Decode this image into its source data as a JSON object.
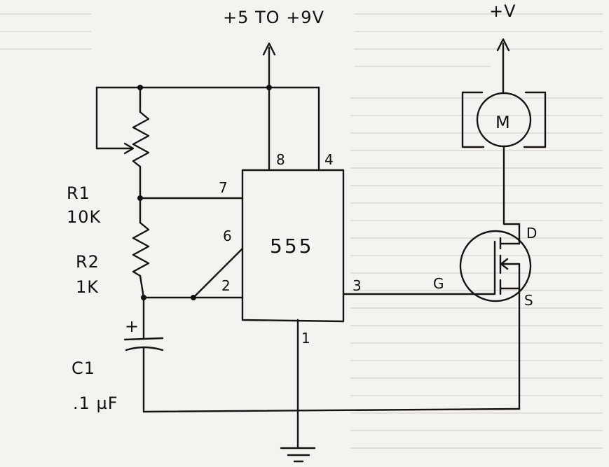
{
  "supply": {
    "label": "+5 TO +9V"
  },
  "motor_supply": {
    "label": "+V"
  },
  "ic": {
    "label": "555",
    "pins": {
      "p1": "1",
      "p2": "2",
      "p3": "3",
      "p4": "4",
      "p6": "6",
      "p7": "7",
      "p8": "8"
    }
  },
  "components": {
    "r1": {
      "designator": "R1",
      "value": "10K"
    },
    "r2": {
      "designator": "R2",
      "value": "1K"
    },
    "c1": {
      "designator": "C1",
      "value": ".1 µF",
      "polarity": "+"
    },
    "motor": {
      "label": "M"
    },
    "mosfet": {
      "drain": "D",
      "gate": "G",
      "source": "S"
    }
  }
}
